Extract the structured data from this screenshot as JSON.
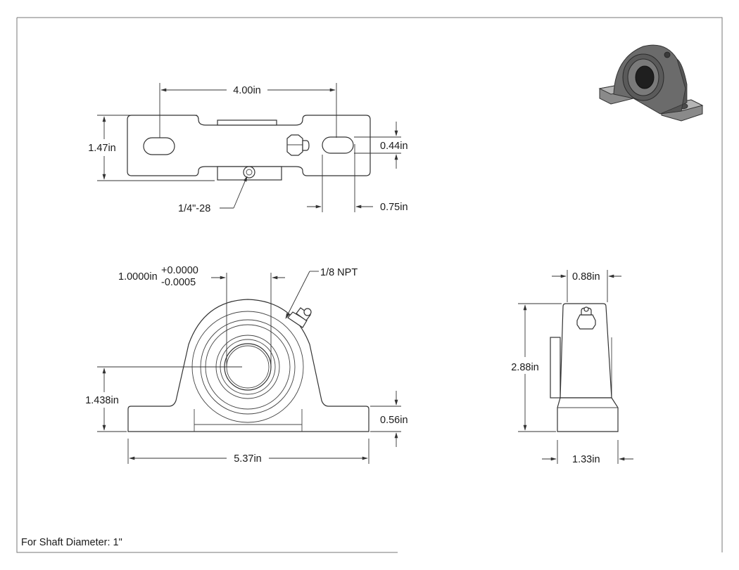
{
  "colors": {
    "line": "#333333",
    "text": "#1a1a1a",
    "frame": "#777777",
    "iso_body": "#6b6b6b"
  },
  "top_view": {
    "width_dim": "4.00in",
    "height_dim": "1.47in",
    "slot_dim": "0.44in",
    "edge_dim": "0.75in",
    "setscrew_callout": "1/4\"-28"
  },
  "front_view": {
    "bore_dim": "1.0000in",
    "tol_plus": "+0.0000",
    "tol_minus": "-0.0005",
    "fitting_callout": "1/8 NPT",
    "center_height_dim": "1.438in",
    "base_height_dim": "0.56in",
    "overall_width_dim": "5.37in"
  },
  "side_view": {
    "top_width_dim": "0.88in",
    "height_dim": "2.88in",
    "base_width_dim": "1.33in"
  },
  "note": "For Shaft Diameter: 1\""
}
